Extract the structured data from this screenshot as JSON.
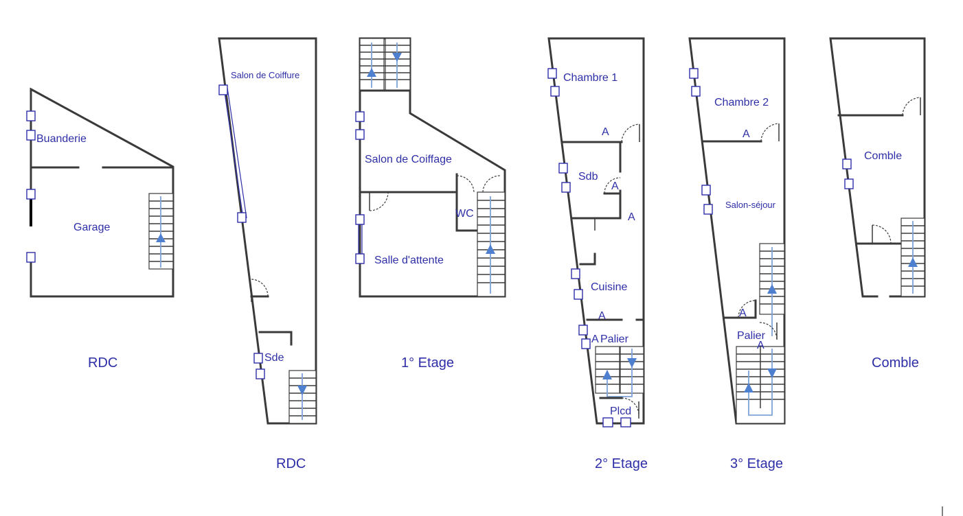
{
  "colors": {
    "wall": "#3a3a3a",
    "label": "#2e2ea8",
    "stair_arrow": "#4f7fcf"
  },
  "plans": {
    "rdc_garage": {
      "title": "RDC",
      "rooms": {
        "buanderie": "Buanderie",
        "garage": "Garage"
      }
    },
    "rdc_salon": {
      "title": "RDC",
      "rooms": {
        "salon_coiffure": "Salon de Coiffure",
        "sde": "Sde"
      }
    },
    "etage1": {
      "title": "1° Etage",
      "rooms": {
        "salon_coiffage": "Salon de Coiffage",
        "wc": "WC",
        "salle_attente": "Salle d'attente"
      }
    },
    "etage2": {
      "title": "2° Etage",
      "rooms": {
        "chambre1": "Chambre 1",
        "sdb": "Sdb",
        "cuisine": "Cuisine",
        "palier": "Palier",
        "plcd": "Plcd"
      },
      "markers": [
        "A",
        "A",
        "A",
        "A",
        "A"
      ]
    },
    "etage3": {
      "title": "3° Etage",
      "rooms": {
        "chambre2": "Chambre 2",
        "salon_sejour": "Salon-séjour",
        "palier": "Palier"
      },
      "markers": [
        "A",
        "A",
        "A"
      ]
    },
    "comble": {
      "title": "Comble",
      "rooms": {
        "comble": "Comble"
      }
    }
  }
}
